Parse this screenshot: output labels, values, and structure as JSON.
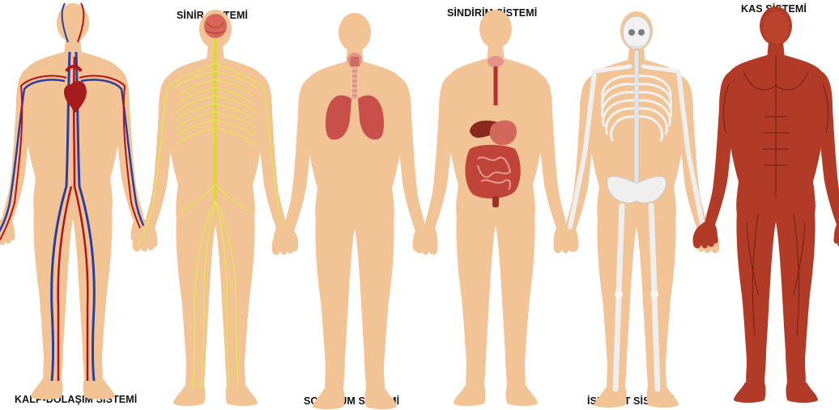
{
  "labels": {
    "circulatory": "KALP-DOLAŞIM SİSTEMİ",
    "nervous": "SİNİR SİSTEMİ",
    "respiratory": "SOLUNUM SİSTEMİ",
    "digestive": "SİNDİRİM SİSTEMİ",
    "skeletal": "İSKELET SİSTEMİ",
    "muscular": "KAS SİSTEMİ"
  },
  "colors": {
    "skin": "#f2c395",
    "skin_shadow": "#e8b384",
    "vein": "#2b3f9e",
    "artery": "#b3141b",
    "nerve": "#e3e64d",
    "lung": "#c9504a",
    "bone": "#f1f1f1",
    "muscle": "#b13b27",
    "organ": "#c0443a"
  }
}
